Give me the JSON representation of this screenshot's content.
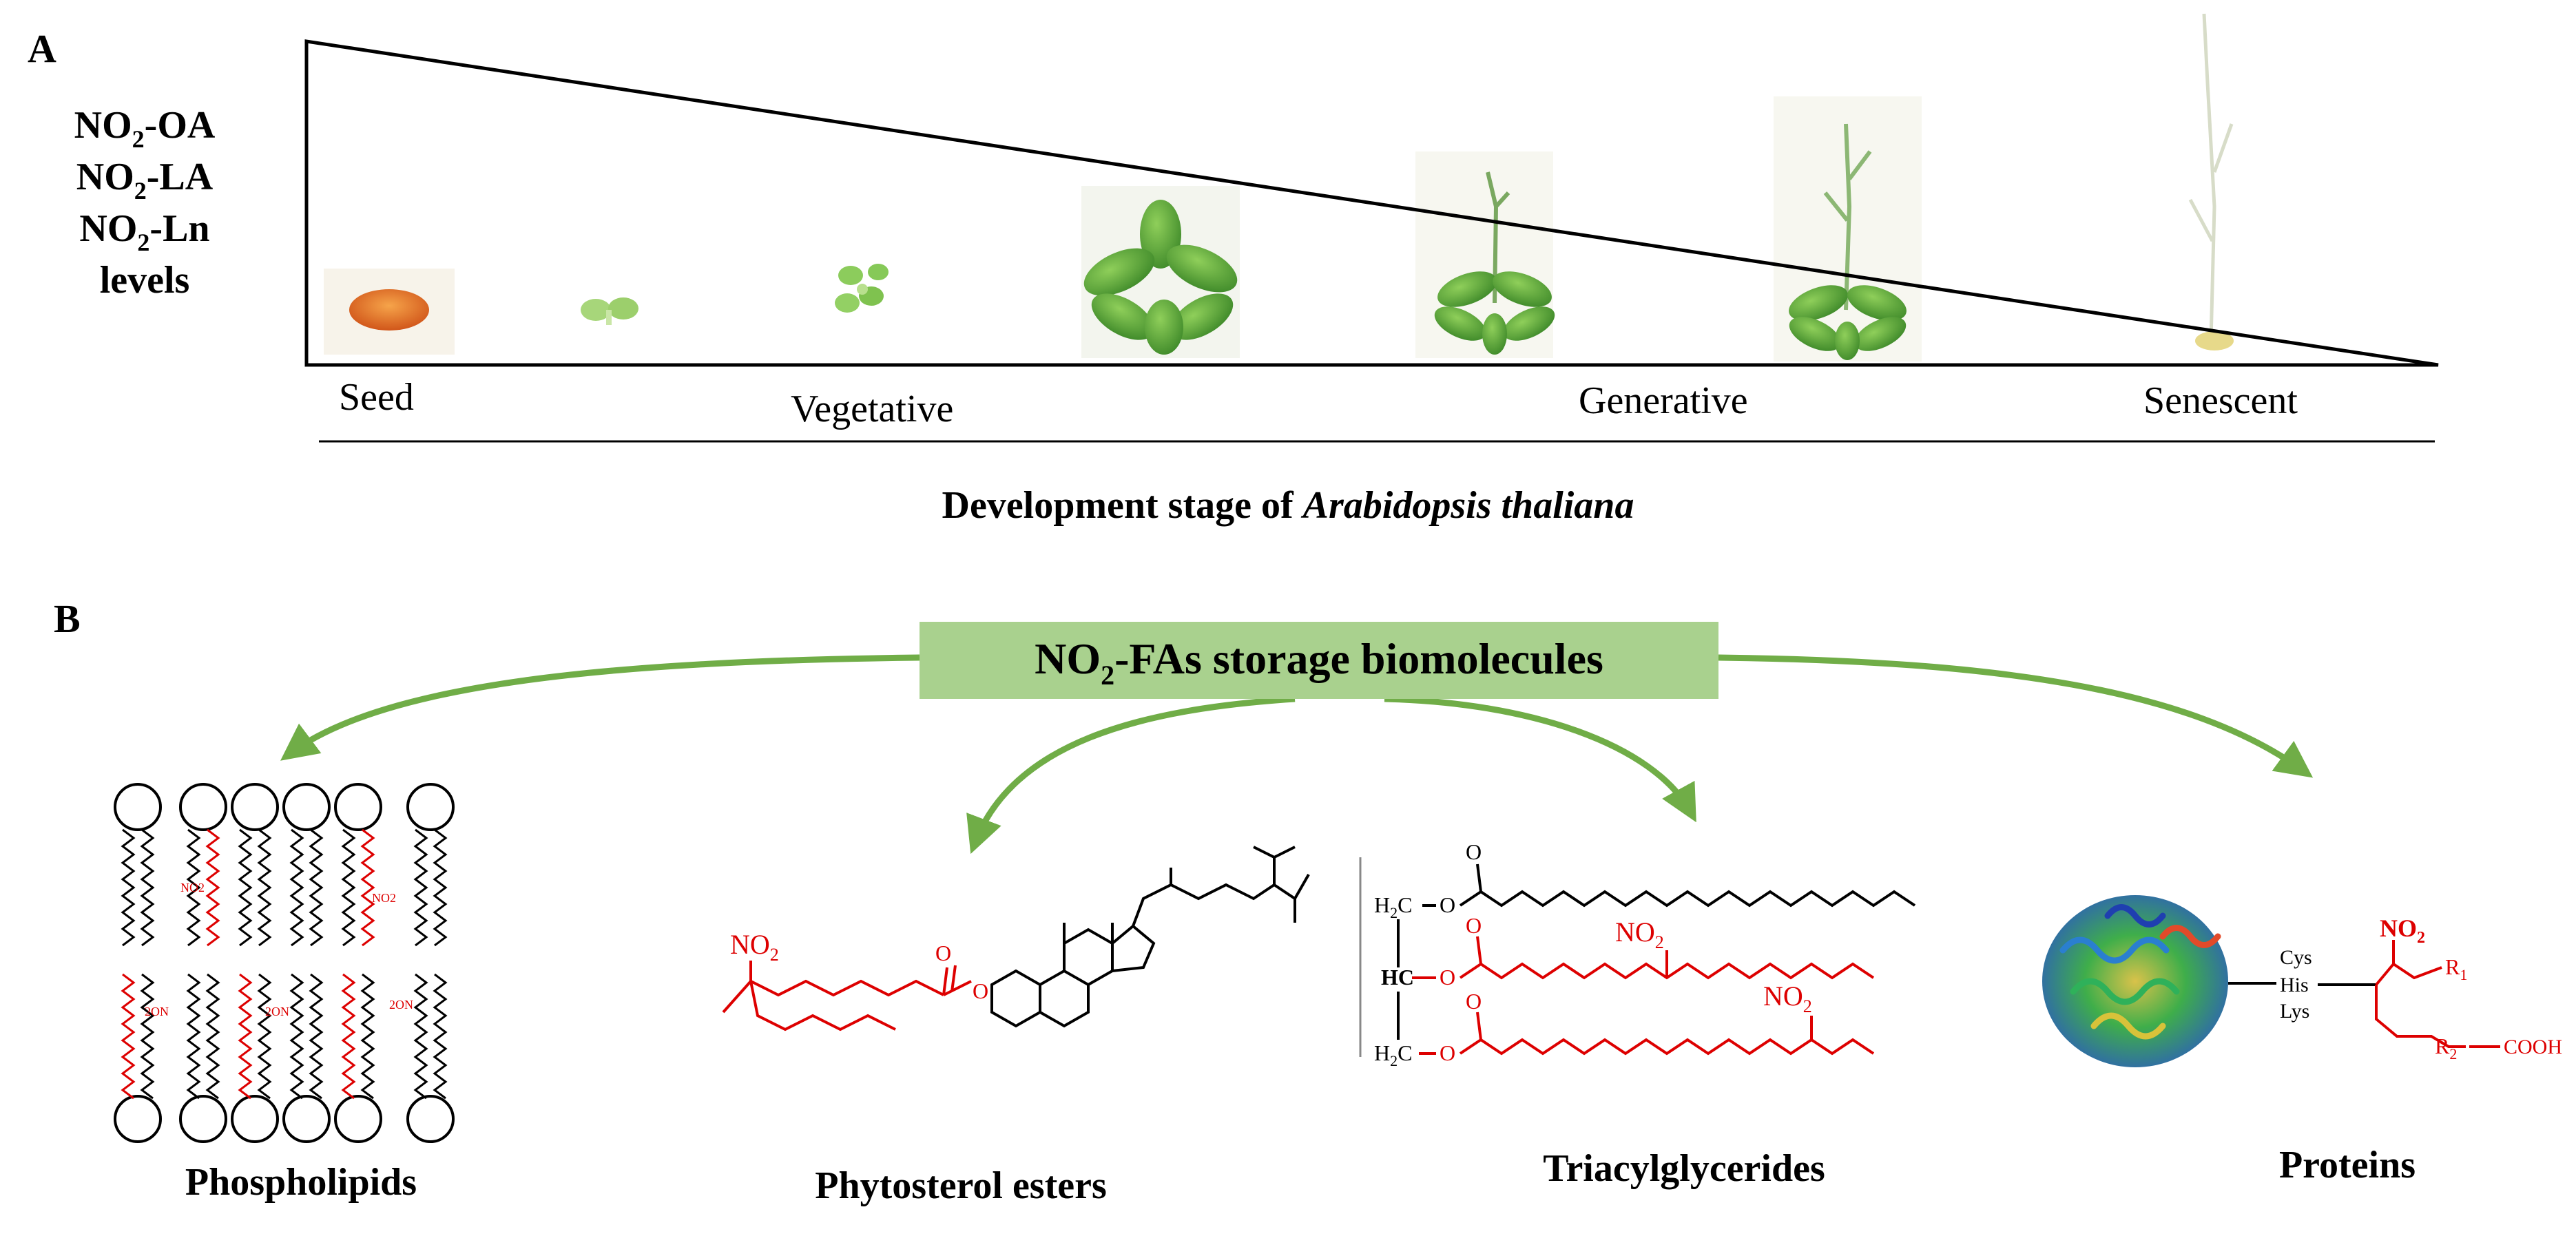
{
  "panelA": {
    "label": "A",
    "levels_lines": [
      "NO",
      "-OA",
      "NO",
      "-LA",
      "NO",
      "-Ln",
      "levels"
    ],
    "subscript": "2",
    "stages": {
      "seed": "Seed",
      "vegetative": "Vegetative",
      "generative": "Generative",
      "senescent": "Senescent"
    },
    "axis_title_plain": "Development stage of ",
    "axis_title_italic": "Arabidopsis thaliana"
  },
  "panelB": {
    "label": "B",
    "banner_pre": "NO",
    "banner_sub": "2",
    "banner_post": "-FAs storage biomolecules",
    "targets": {
      "phospholipids": "Phospholipids",
      "phytosterol": "Phytosterol esters",
      "triacyl": "Triacylglycerides",
      "proteins": "Proteins"
    },
    "chem": {
      "no2": "NO",
      "sub2": "2",
      "no2_small": "NO",
      "o2n_small": "O",
      "o2n_n": "N",
      "h2c": "H",
      "h2c_c": "C",
      "hc": "HC",
      "o": "O",
      "cys": "Cys",
      "his": "His",
      "lys": "Lys",
      "r1": "R",
      "r1_sub": "1",
      "r2": "R",
      "r2_sub": "2",
      "cooh": "COOH"
    },
    "colors": {
      "banner": "#a9d18e",
      "arrow": "#70ad47",
      "red": "#dd0000"
    }
  }
}
